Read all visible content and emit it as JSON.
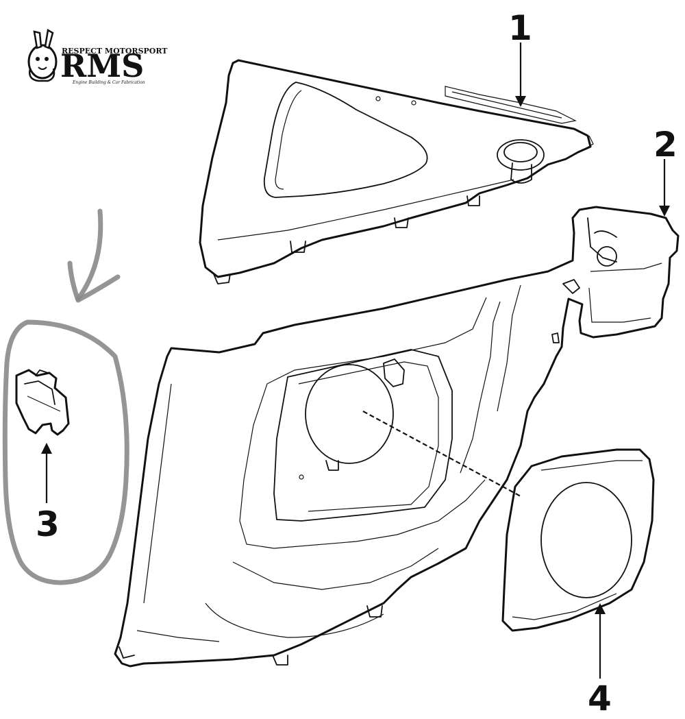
{
  "logo": {
    "brand": "RMS",
    "line1": "RESPECT MOTORSPORT",
    "tagline": "Engine Building & Car Fabrication"
  },
  "callouts": [
    {
      "id": "1",
      "label": "1"
    },
    {
      "id": "2",
      "label": "2"
    },
    {
      "id": "3",
      "label": "3"
    },
    {
      "id": "4",
      "label": "4"
    }
  ],
  "colors": {
    "line": "#111111",
    "background": "#ffffff",
    "annotation": "#8a8a8a"
  }
}
